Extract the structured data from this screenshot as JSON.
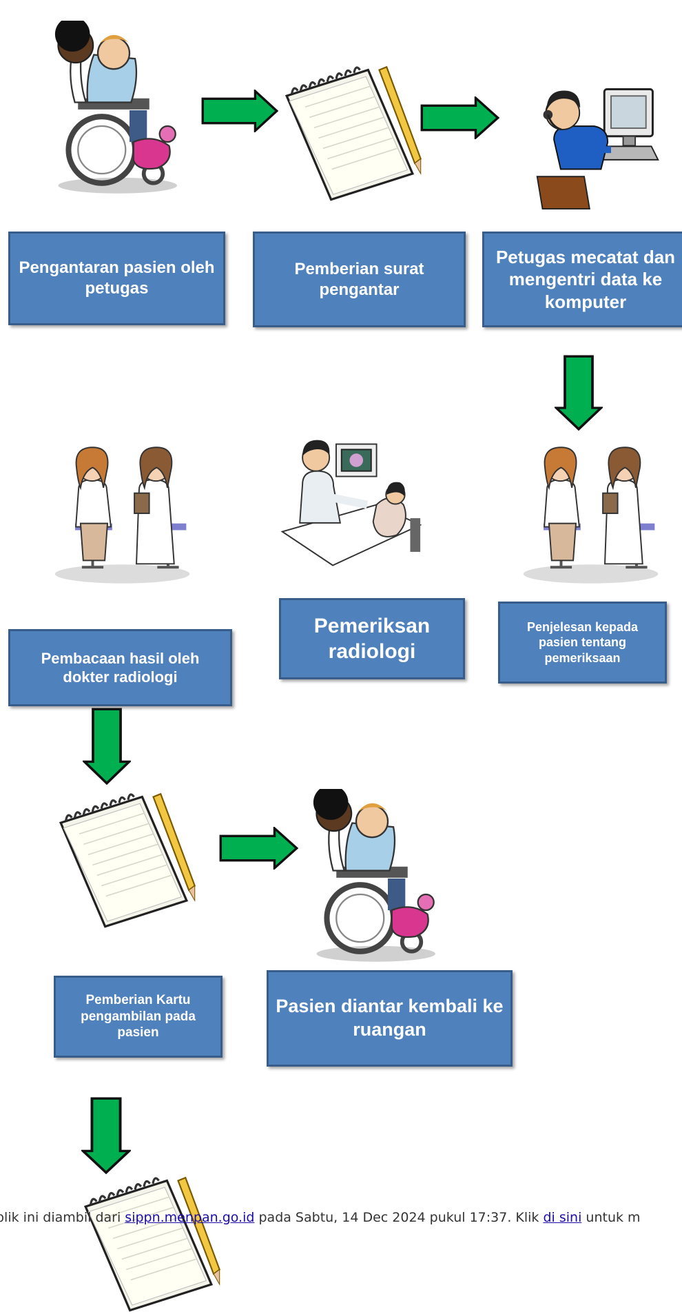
{
  "steps": [
    {
      "label": "Pengantaran pasien oleh petugas",
      "icon": "wheelchair-patient-icon"
    },
    {
      "label": "Pemberian surat pengantar",
      "icon": "notepad-icon"
    },
    {
      "label": "Petugas mecatat dan mengentri data ke komputer",
      "icon": "computer-operator-icon"
    },
    {
      "label": "Penjelesan kepada pasien tentang pemeriksaan",
      "icon": "consultation-icon"
    },
    {
      "label": "Pemeriksan radiologi",
      "icon": "radiology-exam-icon"
    },
    {
      "label": "Pembacaan hasil oleh dokter radiologi",
      "icon": "consultation-icon"
    },
    {
      "label": "Pemberian Kartu pengambilan pada pasien",
      "icon": "notepad-icon"
    },
    {
      "label": "Pasien diantar kembali ke ruangan",
      "icon": "wheelchair-patient-icon"
    }
  ],
  "footer": {
    "prefix": "blik ini diambil dari",
    "source_link": "sippn.menpan.go.id",
    "middle": "pada Sabtu, 14 Dec 2024 pukul 17:37. Klik",
    "here_link": "di sini",
    "suffix": "untuk m"
  },
  "colors": {
    "box": "#4f81bd",
    "box_border": "#385d8a",
    "arrow": "#00b050"
  }
}
